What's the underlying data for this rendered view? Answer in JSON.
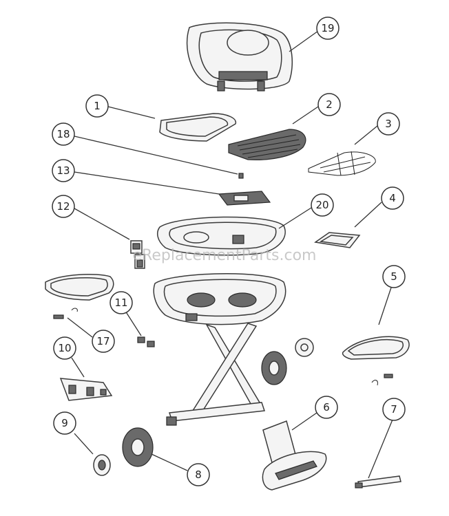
{
  "watermark": "eReplacementParts.com",
  "callouts": [
    "19",
    "1",
    "2",
    "3",
    "18",
    "13",
    "12",
    "20",
    "4",
    "5",
    "11",
    "17",
    "10",
    "9",
    "8",
    "6",
    "7"
  ]
}
